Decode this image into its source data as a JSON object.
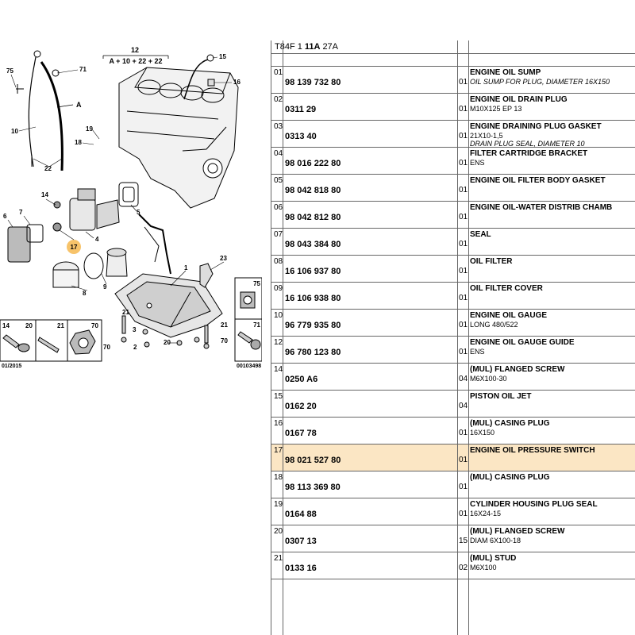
{
  "diagram": {
    "assembly_label": "12",
    "assembly_formula": "A + 10 + 22 + 22",
    "dipstick_letter": "A",
    "callouts": [
      "75",
      "71",
      "10",
      "15",
      "16",
      "19",
      "18",
      "22",
      "14",
      "7",
      "6",
      "4",
      "5",
      "3",
      "17",
      "8",
      "9",
      "2",
      "1",
      "23",
      "21",
      "70",
      "20"
    ],
    "bottom_left_ref": "01/2015",
    "bottom_right_ref": "00103498",
    "inset_labels": [
      "14",
      "20",
      "21",
      "70",
      "75",
      "71"
    ]
  },
  "header": {
    "code_prefix": "T84F 1",
    "code_bold": "11A",
    "code_suffix": "27A"
  },
  "parts": [
    {
      "idx": "01",
      "ref": "98 139 732 80",
      "qty": "01",
      "name": "ENGINE OIL SUMP",
      "d1": "OIL SUMP FOR PLUG, DIAMETER 16X150",
      "d1_italic": true,
      "d2": "",
      "d2_italic": false,
      "highlight": false
    },
    {
      "idx": "02",
      "ref": "0311 29",
      "qty": "01",
      "name": "ENGINE OIL DRAIN PLUG",
      "d1": "M10X125 EP 13",
      "d1_italic": false,
      "d2": "",
      "d2_italic": false,
      "highlight": false
    },
    {
      "idx": "03",
      "ref": "0313 40",
      "qty": "01",
      "name": "ENGINE DRAINING PLUG GASKET",
      "d1": "21X10-1,5",
      "d1_italic": false,
      "d2": "DRAIN PLUG SEAL, DIAMETER 10",
      "d2_italic": true,
      "highlight": false
    },
    {
      "idx": "04",
      "ref": "98 016 222 80",
      "qty": "01",
      "name": "FILTER CARTRIDGE BRACKET",
      "d1": "ENS",
      "d1_italic": false,
      "d2": "",
      "d2_italic": false,
      "highlight": false
    },
    {
      "idx": "05",
      "ref": "98 042 818 80",
      "qty": "01",
      "name": "ENGINE OIL FILTER BODY GASKET",
      "d1": "",
      "d1_italic": false,
      "d2": "",
      "d2_italic": false,
      "highlight": false
    },
    {
      "idx": "06",
      "ref": "98 042 812 80",
      "qty": "01",
      "name": "ENGINE OIL-WATER DISTRIB CHAMB",
      "d1": "",
      "d1_italic": false,
      "d2": "",
      "d2_italic": false,
      "highlight": false
    },
    {
      "idx": "07",
      "ref": "98 043 384 80",
      "qty": "01",
      "name": "SEAL",
      "d1": "",
      "d1_italic": false,
      "d2": "",
      "d2_italic": false,
      "highlight": false
    },
    {
      "idx": "08",
      "ref": "16 106 937 80",
      "qty": "01",
      "name": "OIL FILTER",
      "d1": "",
      "d1_italic": false,
      "d2": "",
      "d2_italic": false,
      "highlight": false
    },
    {
      "idx": "09",
      "ref": "16 106 938 80",
      "qty": "01",
      "name": "OIL FILTER COVER",
      "d1": "",
      "d1_italic": false,
      "d2": "",
      "d2_italic": false,
      "highlight": false
    },
    {
      "idx": "10",
      "ref": "96 779 935 80",
      "qty": "01",
      "name": "ENGINE OIL GAUGE",
      "d1": "LONG 480/522",
      "d1_italic": false,
      "d2": "",
      "d2_italic": false,
      "highlight": false
    },
    {
      "idx": "12",
      "ref": "96 780 123 80",
      "qty": "01",
      "name": "ENGINE OIL GAUGE GUIDE",
      "d1": "ENS",
      "d1_italic": false,
      "d2": "",
      "d2_italic": false,
      "highlight": false
    },
    {
      "idx": "14",
      "ref": "0250 A6",
      "qty": "04",
      "name": "(MUL) FLANGED SCREW",
      "d1": "M6X100-30",
      "d1_italic": false,
      "d2": "",
      "d2_italic": false,
      "highlight": false
    },
    {
      "idx": "15",
      "ref": "0162 20",
      "qty": "04",
      "name": "PISTON OIL JET",
      "d1": "",
      "d1_italic": false,
      "d2": "",
      "d2_italic": false,
      "highlight": false
    },
    {
      "idx": "16",
      "ref": "0167 78",
      "qty": "01",
      "name": "(MUL) CASING PLUG",
      "d1": "16X150",
      "d1_italic": false,
      "d2": "",
      "d2_italic": false,
      "highlight": false
    },
    {
      "idx": "17",
      "ref": "98 021 527 80",
      "qty": "01",
      "name": "ENGINE OIL PRESSURE SWITCH",
      "d1": "",
      "d1_italic": false,
      "d2": "",
      "d2_italic": false,
      "highlight": true
    },
    {
      "idx": "18",
      "ref": "98 113 369 80",
      "qty": "01",
      "name": "(MUL) CASING PLUG",
      "d1": "",
      "d1_italic": false,
      "d2": "",
      "d2_italic": false,
      "highlight": false
    },
    {
      "idx": "19",
      "ref": "0164 88",
      "qty": "01",
      "name": "CYLINDER HOUSING PLUG SEAL",
      "d1": "16X24-15",
      "d1_italic": false,
      "d2": "",
      "d2_italic": false,
      "highlight": false
    },
    {
      "idx": "20",
      "ref": "0307 13",
      "qty": "15",
      "name": "(MUL) FLANGED SCREW",
      "d1": "DIAM 6X100-18",
      "d1_italic": false,
      "d2": "",
      "d2_italic": false,
      "highlight": false
    },
    {
      "idx": "21",
      "ref": "0133 16",
      "qty": "02",
      "name": "(MUL) STUD",
      "d1": "M6X100",
      "d1_italic": false,
      "d2": "",
      "d2_italic": false,
      "highlight": false
    }
  ],
  "colors": {
    "highlight_row": "#fbe6c4",
    "callout_highlight": "#f7c36a",
    "grid": "#666666"
  }
}
